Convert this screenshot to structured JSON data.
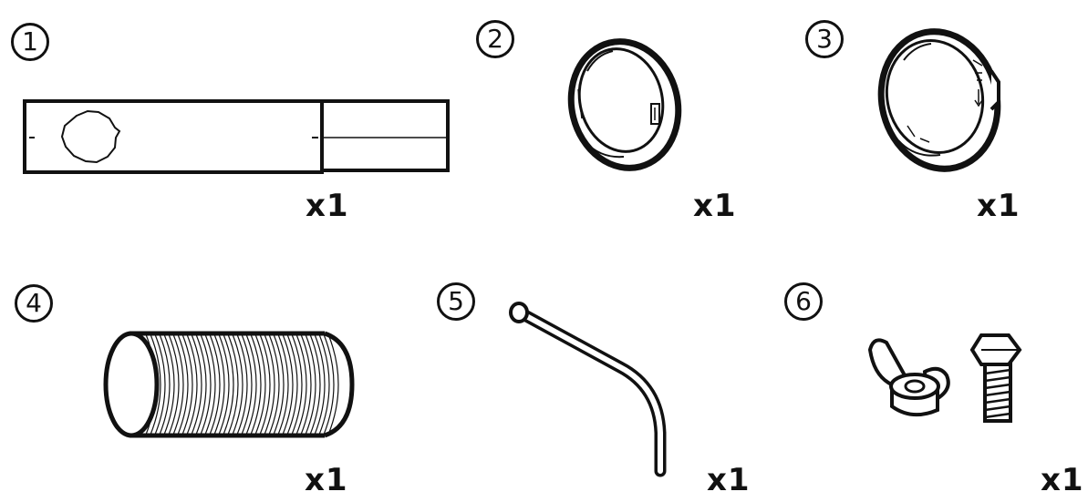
{
  "parts": [
    {
      "number": "1",
      "quantity": "x1",
      "icon": "window-slider-panel-icon"
    },
    {
      "number": "2",
      "quantity": "x1",
      "icon": "hose-adapter-ring-icon"
    },
    {
      "number": "3",
      "quantity": "x1",
      "icon": "window-adapter-ring-icon"
    },
    {
      "number": "4",
      "quantity": "x1",
      "icon": "exhaust-hose-icon"
    },
    {
      "number": "5",
      "quantity": "x1",
      "icon": "drain-tube-icon"
    },
    {
      "number": "6",
      "quantity": "x1",
      "icon": "wing-nut-bolt-icon"
    }
  ]
}
